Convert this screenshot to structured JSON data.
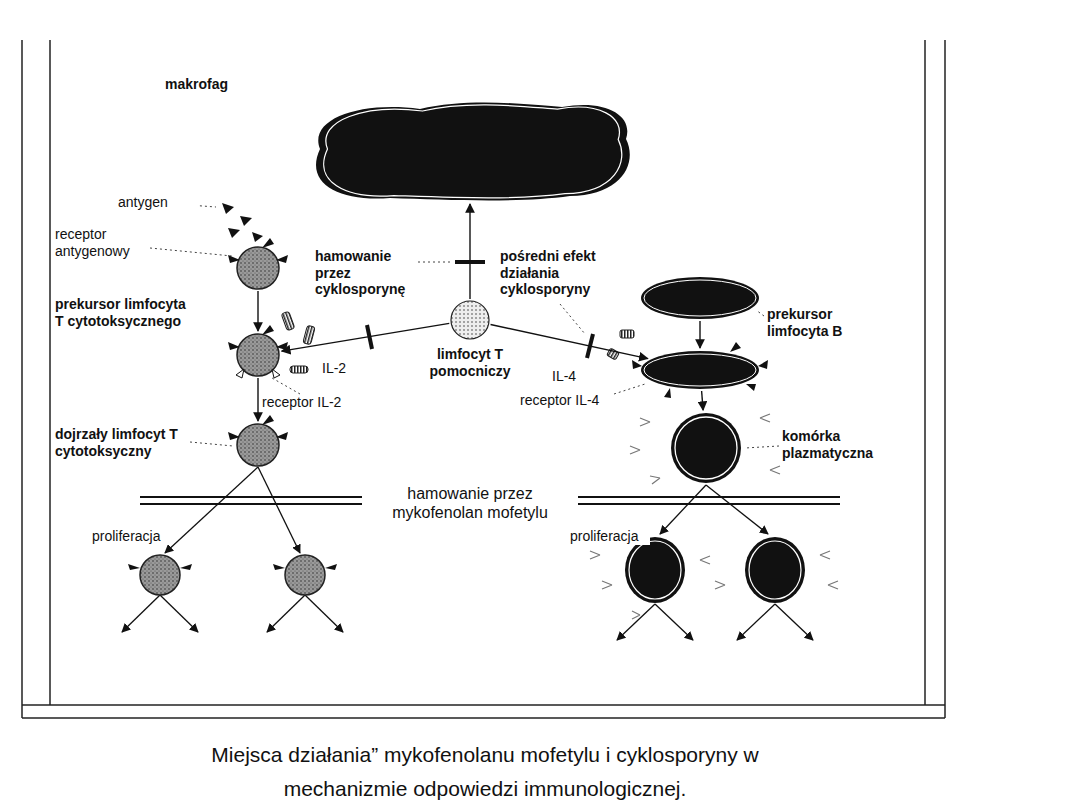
{
  "diagram": {
    "caption": "Miejsca działania” mykofenolanu mofetylu i cyklosporyny w mechanizmie odpowiedzi immunologicznej.",
    "nodes": [
      {
        "text": [
          "makrofag"
        ]
      },
      {
        "text": [
          "receptor antygenowy",
          "prekursor limfocyta T cytotoksycznego"
        ]
      },
      {
        "text": [
          "limfocyt T pomocniczy"
        ]
      },
      {
        "text": [
          "prekursor limfocyta B"
        ]
      },
      {
        "text": [
          "receptor IL-2"
        ]
      },
      {
        "text": [
          "receptor IL-4"
        ]
      },
      {
        "text": [
          "dojrzały limfocyt T cytotoksyczny"
        ]
      },
      {
        "text": [
          "komórka plazmatyczna"
        ]
      }
    ],
    "edges": [
      {
        "from": 2,
        "to": 0,
        "arrow": "to"
      },
      {
        "from": 1,
        "to": 4,
        "arrow": "to"
      },
      {
        "from": 2,
        "to": 4,
        "arrow": "to"
      },
      {
        "from": 2,
        "to": 5,
        "arrow": "to"
      },
      {
        "from": 3,
        "to": 5,
        "arrow": "to"
      },
      {
        "from": 4,
        "to": 6,
        "arrow": "to"
      },
      {
        "from": 5,
        "to": 7,
        "arrow": "to"
      }
    ],
    "labels": [
      "antygen",
      "hamowanie przez cyklosporynę",
      "pośredni efekt działania cyklosporyny",
      "IL-2",
      "IL-4",
      "hamowanie przez mykofenolan mofetylu",
      "proliferacja",
      "proliferacja"
    ]
  }
}
